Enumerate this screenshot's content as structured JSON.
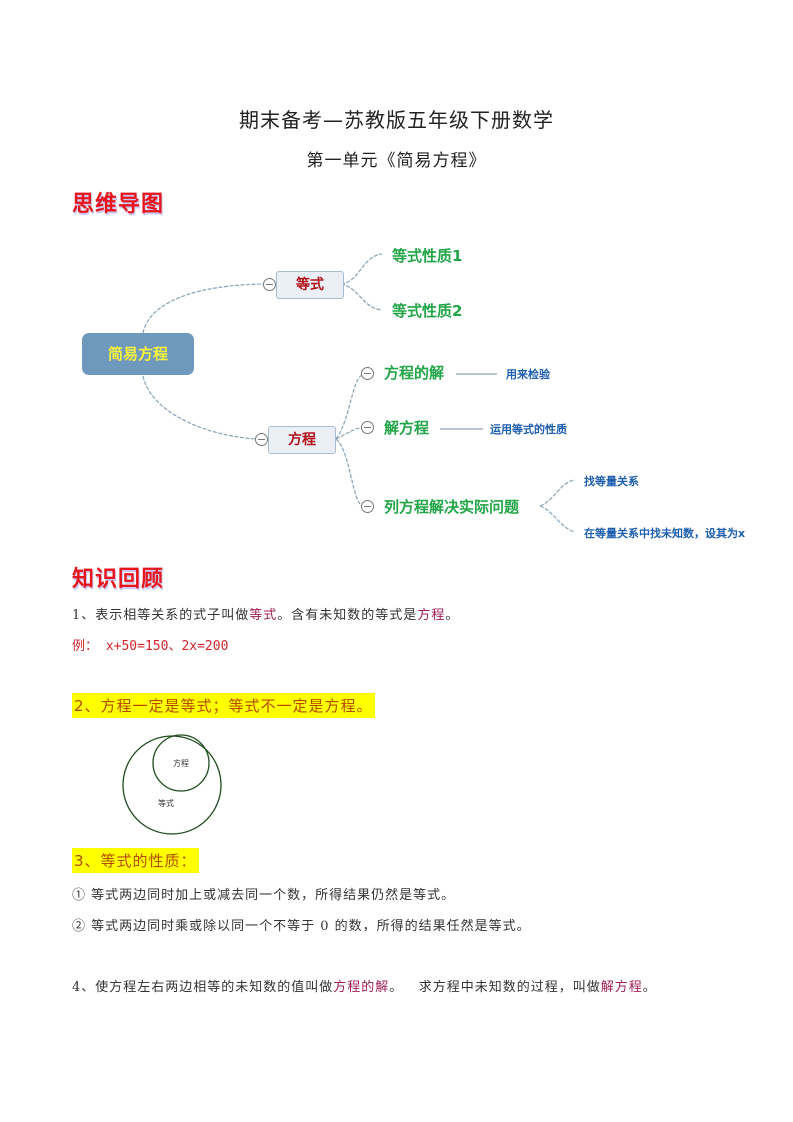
{
  "header": {
    "title": "期末备考—苏教版五年级下册数学",
    "subtitle": "第一单元《简易方程》"
  },
  "mindmap": {
    "section_title": "思维导图",
    "root": "简易方程",
    "branches": [
      {
        "label": "等式",
        "children": [
          {
            "label": "等式性质1"
          },
          {
            "label": "等式性质2"
          }
        ]
      },
      {
        "label": "方程",
        "children": [
          {
            "label": "方程的解",
            "note": "用来检验"
          },
          {
            "label": "解方程",
            "note": "运用等式的性质"
          },
          {
            "label": "列方程解决实际问题",
            "notes": [
              "找等量关系",
              "在等量关系中找未知数，设其为x"
            ]
          }
        ]
      }
    ],
    "colors": {
      "root_bg": "#6e98bc",
      "root_text": "#f7f43a",
      "branch_text": "#b3121a",
      "leaf_green": "#22a548",
      "note_blue": "#1f5fb0"
    }
  },
  "review": {
    "section_title": "知识回顾",
    "item1": {
      "prefix": "1、表示相等关系的式子叫做",
      "term1": "等式",
      "middle": "。含有未知数的等式是",
      "term2": "方程",
      "suffix": "。"
    },
    "example": "例：  x+50=150、2x=200",
    "item2": "2、方程一定是等式；等式不一定是方程。",
    "venn": {
      "inner_label": "方程",
      "outer_label": "等式"
    },
    "item3": {
      "heading": "3、等式的性质：",
      "points": [
        "①  等式两边同时加上或减去同一个数，所得结果仍然是等式。",
        "②  等式两边同时乘或除以同一个不等于 0 的数，所得的结果任然是等式。"
      ]
    },
    "item4": {
      "prefix": "4、使方程左右两边相等的未知数的值叫做",
      "term1": "方程的解",
      "middle": "。   求方程中未知数的过程，叫做",
      "term2": "解方程",
      "suffix": "。"
    }
  }
}
